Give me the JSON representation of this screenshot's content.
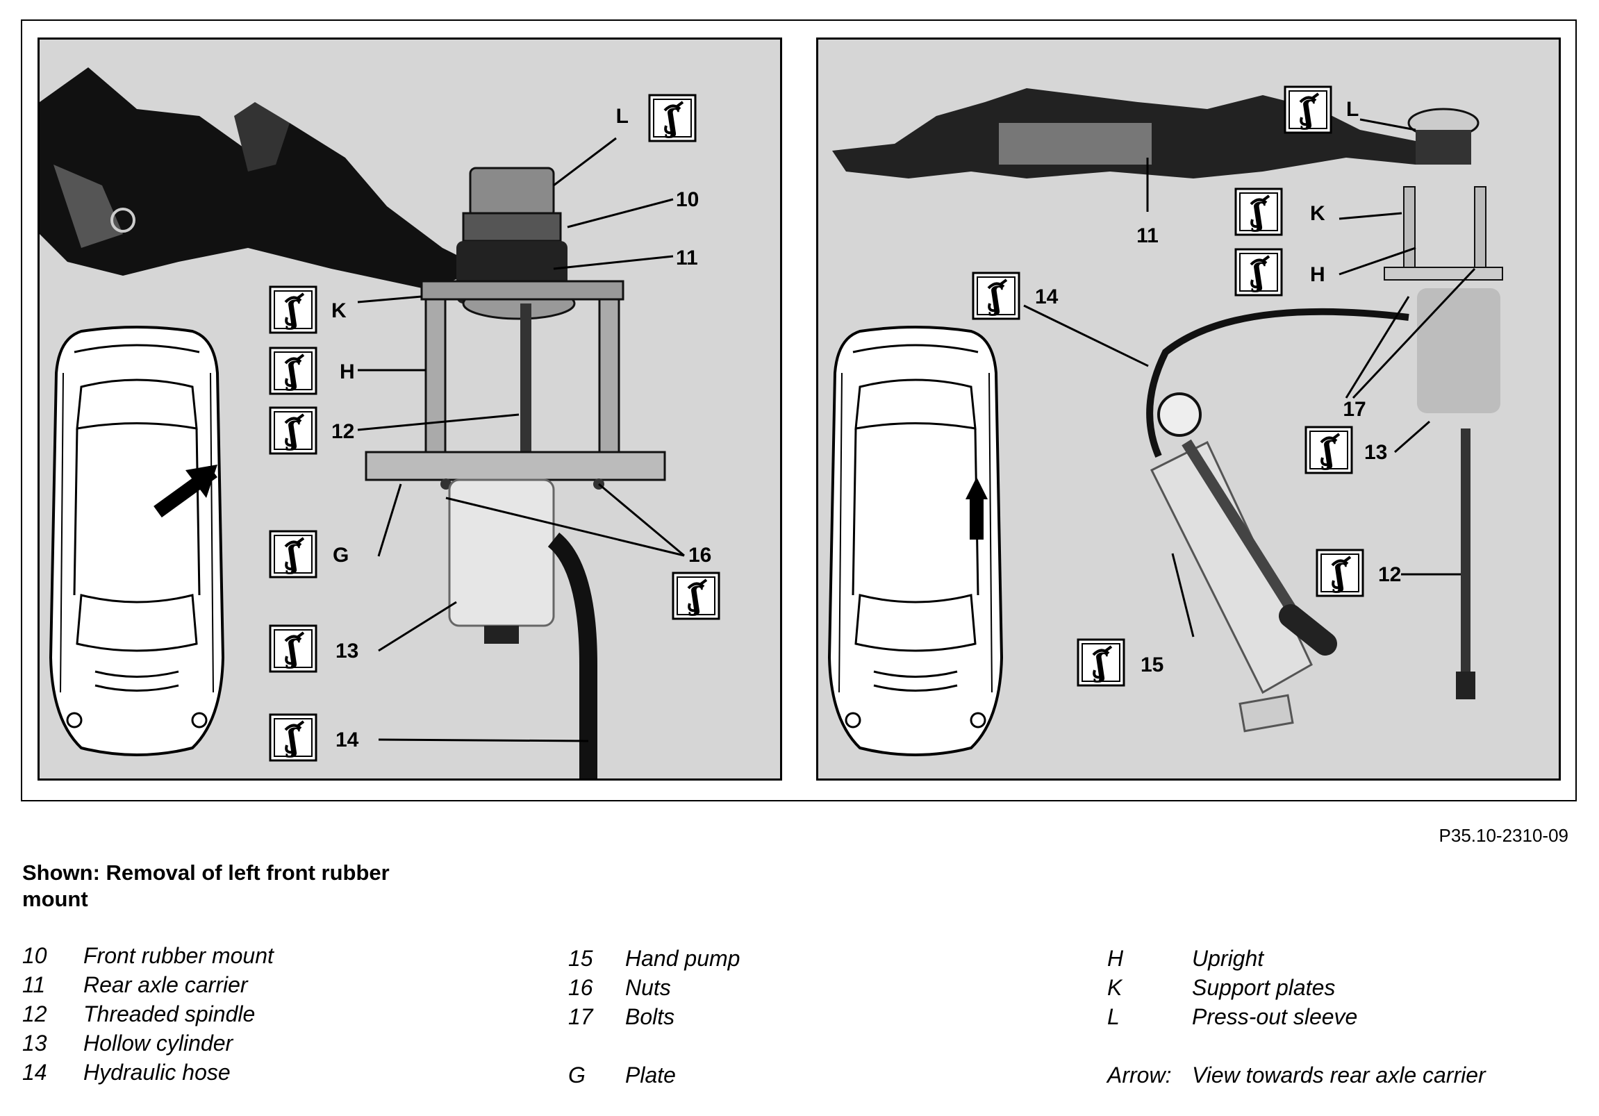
{
  "figure_ref": "P35.10-2310-09",
  "caption_title": "Shown: Removal of left front rubber mount",
  "legend": {
    "col1": [
      {
        "key": "10",
        "text": "Front rubber mount"
      },
      {
        "key": "11",
        "text": "Rear axle carrier"
      },
      {
        "key": "12",
        "text": "Threaded spindle"
      },
      {
        "key": "13",
        "text": "Hollow cylinder"
      },
      {
        "key": "14",
        "text": "Hydraulic hose"
      }
    ],
    "col2": [
      {
        "key": "15",
        "text": "Hand pump"
      },
      {
        "key": "16",
        "text": "Nuts"
      },
      {
        "key": "17",
        "text": "Bolts"
      },
      {
        "key": "G",
        "text": "Plate"
      }
    ],
    "col3": [
      {
        "key": "H",
        "text": "Upright"
      },
      {
        "key": "K",
        "text": "Support plates"
      },
      {
        "key": "L",
        "text": "Press-out sleeve"
      },
      {
        "key": "Arrow:",
        "text": "View towards rear axle carrier"
      }
    ]
  },
  "callouts_left": [
    "L",
    "10",
    "11",
    "K",
    "H",
    "12",
    "G",
    "16",
    "13",
    "14"
  ],
  "callouts_right": [
    "L",
    "K",
    "H",
    "11",
    "14",
    "17",
    "13",
    "12",
    "15"
  ],
  "icon": "special-tool-icon"
}
